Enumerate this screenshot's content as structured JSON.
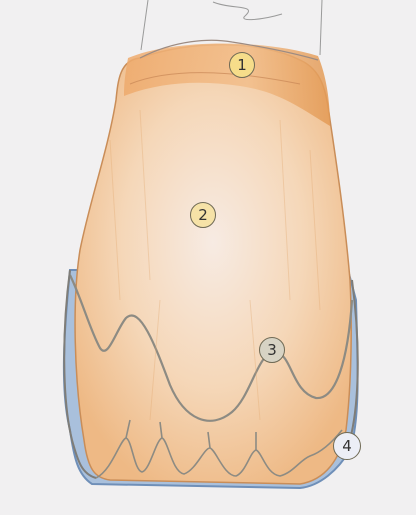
{
  "markers": [
    {
      "label": "1",
      "color": "#f6dd8a",
      "icon": "circled-number"
    },
    {
      "label": "2",
      "color": "#f6e2a7",
      "icon": "circled-number"
    },
    {
      "label": "3",
      "color": "#d7d3c4",
      "icon": "circled-number"
    },
    {
      "label": "4",
      "color": "#eceef6",
      "icon": "circled-number"
    }
  ],
  "colors": {
    "background": "#f1f0f1",
    "crown_fill": "#f2c79e",
    "crown_dark": "#e8a05e",
    "outline_gray": "#8d8b83",
    "enamel_blue": "#9fb7d6"
  }
}
